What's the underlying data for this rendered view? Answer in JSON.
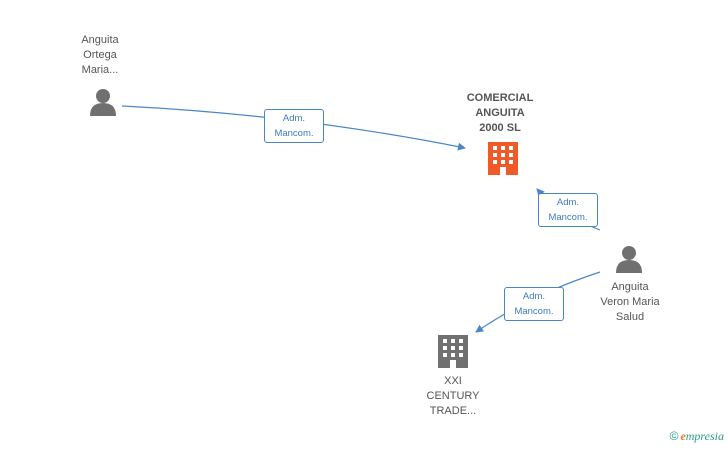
{
  "nodes": {
    "person_top_left": {
      "label": "Anguita\nOrtega\nMaria..."
    },
    "company_main": {
      "label": "COMERCIAL\nANGUITA\n2000 SL"
    },
    "person_right": {
      "label": "Anguita\nVeron Maria\nSalud"
    },
    "company_bottom": {
      "label": "XXI\nCENTURY\nTRADE..."
    }
  },
  "edges": {
    "edge1": {
      "label": "Adm.\nMancom."
    },
    "edge2": {
      "label": "Adm.\nMancom."
    },
    "edge3": {
      "label": "Adm.\nMancom."
    }
  },
  "colors": {
    "edge": "#4a86c8",
    "person_icon": "#707070",
    "company_main_icon": "#f05a28",
    "company_icon": "#707070"
  },
  "watermark": {
    "copyright": "©",
    "brand_e": "e",
    "brand_rest": "mpresia"
  }
}
